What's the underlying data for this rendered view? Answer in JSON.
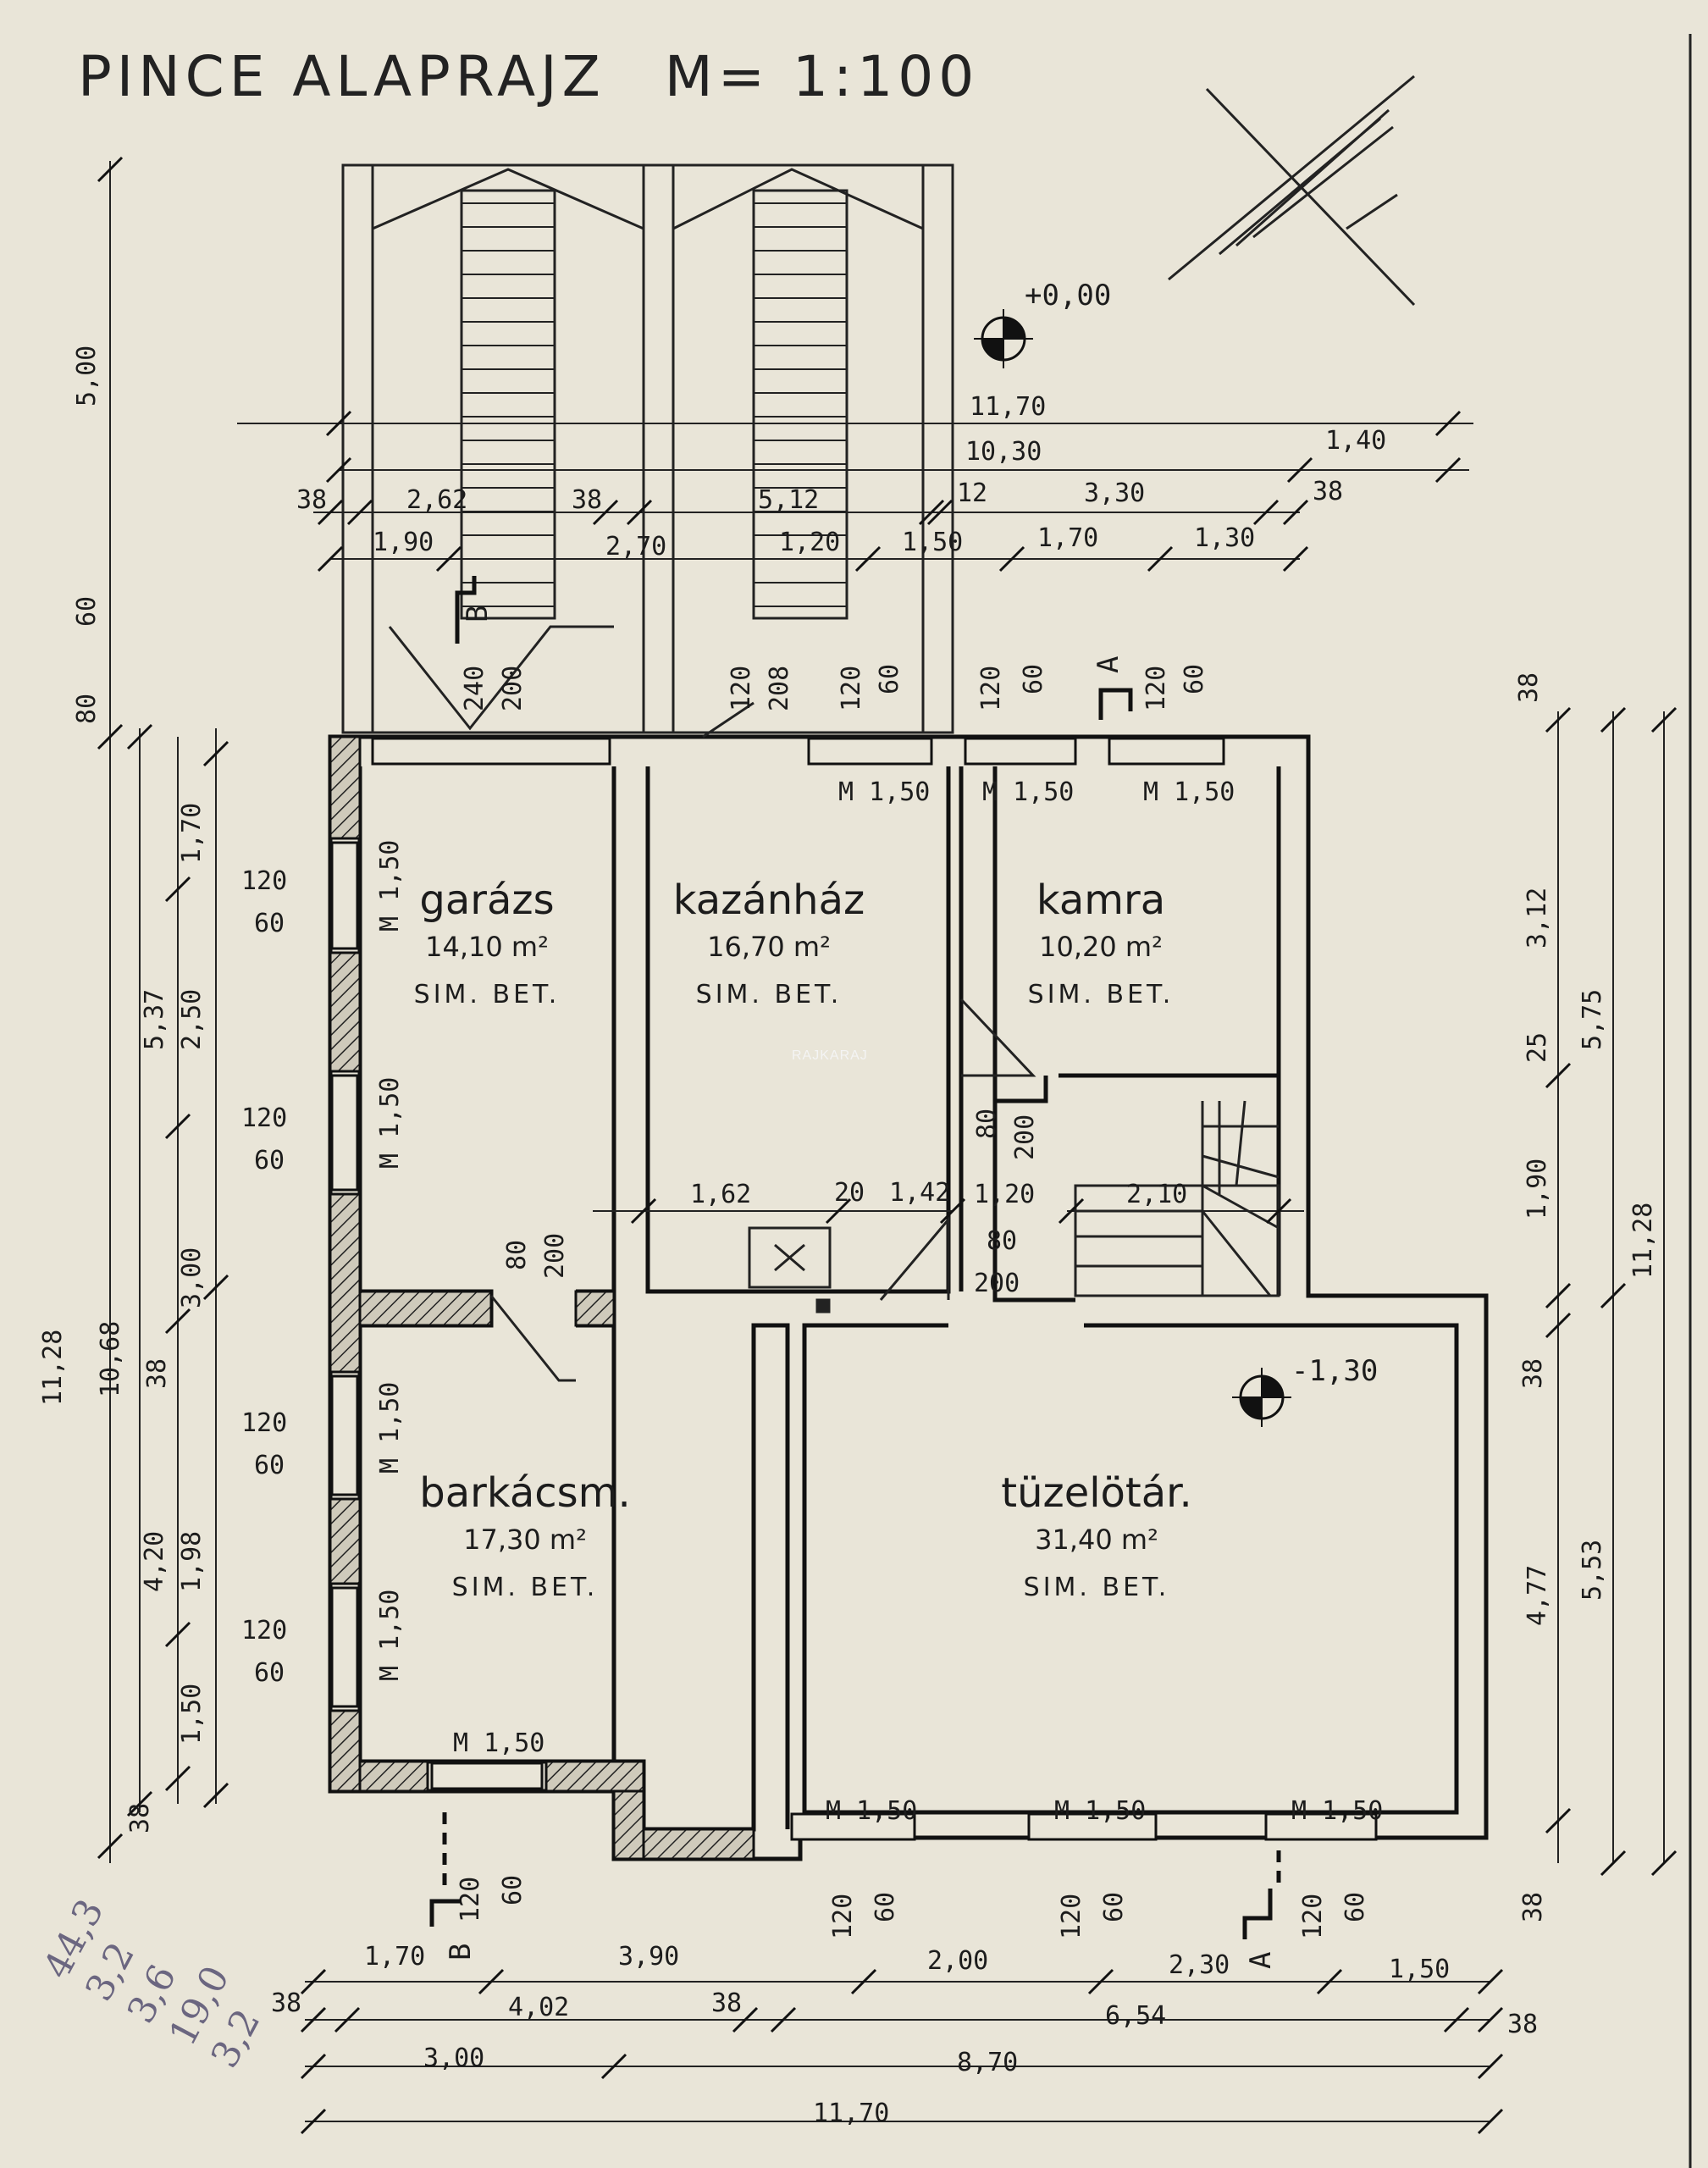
{
  "title": {
    "main": "PINCE ALAPRAJZ",
    "scale": "M= 1:100"
  },
  "watermark": "RAJKARAJ",
  "level_marks": {
    "top": "+0,00",
    "bottom": "-1,30"
  },
  "section_marks": {
    "a": "A",
    "b": "B"
  },
  "rooms": [
    {
      "id": "garazs",
      "name": "garázs",
      "area": "14,10 m²",
      "floor": "SIM. BET."
    },
    {
      "id": "kazanhaz",
      "name": "kazánház",
      "area": "16,70 m²",
      "floor": "SIM. BET."
    },
    {
      "id": "kamra",
      "name": "kamra",
      "area": "10,20 m²",
      "floor": "SIM. BET."
    },
    {
      "id": "barkacsm",
      "name": "barkácsm.",
      "area": "17,30 m²",
      "floor": "SIM. BET."
    },
    {
      "id": "tuzelotar",
      "name": "tüzelötár.",
      "area": "31,40 m²",
      "floor": "SIM. BET."
    }
  ],
  "dims": {
    "top_row1": "11,70",
    "top_row2a": "10,30",
    "top_row2b": "1,40",
    "top_row3": [
      "38",
      "2,62",
      "38",
      "5,12",
      "12",
      "3,30",
      "38"
    ],
    "top_row4": [
      "1,90",
      "2,70",
      "1,20",
      "1,50",
      "1,70",
      "1,30"
    ],
    "left_outer": [
      "5,00",
      "60",
      "80",
      "11,28"
    ],
    "left_inner": [
      "10,68",
      "38"
    ],
    "left_mid": [
      "5,37",
      "4,20"
    ],
    "left_inner2": [
      "1,70",
      "2,50",
      "3,00",
      "1,98",
      "1,50",
      "38"
    ],
    "left_win": [
      "120",
      "60"
    ],
    "window_m": "M 1,50",
    "door_openings": [
      "240",
      "200",
      "120",
      "208",
      "120",
      "60",
      "120",
      "60",
      "120",
      "60"
    ],
    "interior": [
      "1,62",
      "20",
      "1,42",
      "1,20",
      "2,10",
      "80",
      "200"
    ],
    "right": [
      "38",
      "3,12",
      "5,75",
      "25",
      "1,90",
      "11,28",
      "38",
      "4,77",
      "5,53",
      "38"
    ],
    "bottom_row1": [
      "1,70",
      "3,90",
      "2,00",
      "2,30",
      "1,50"
    ],
    "bottom_row2": [
      "38",
      "4,02",
      "38",
      "6,54",
      "38"
    ],
    "bottom_row3": [
      "3,00",
      "8,70"
    ],
    "bottom_row4": "11,70",
    "bottom_win": [
      "120",
      "60"
    ]
  },
  "handwritten": [
    "44,3",
    "3,2",
    "3,6",
    "19,0",
    "3,2"
  ]
}
